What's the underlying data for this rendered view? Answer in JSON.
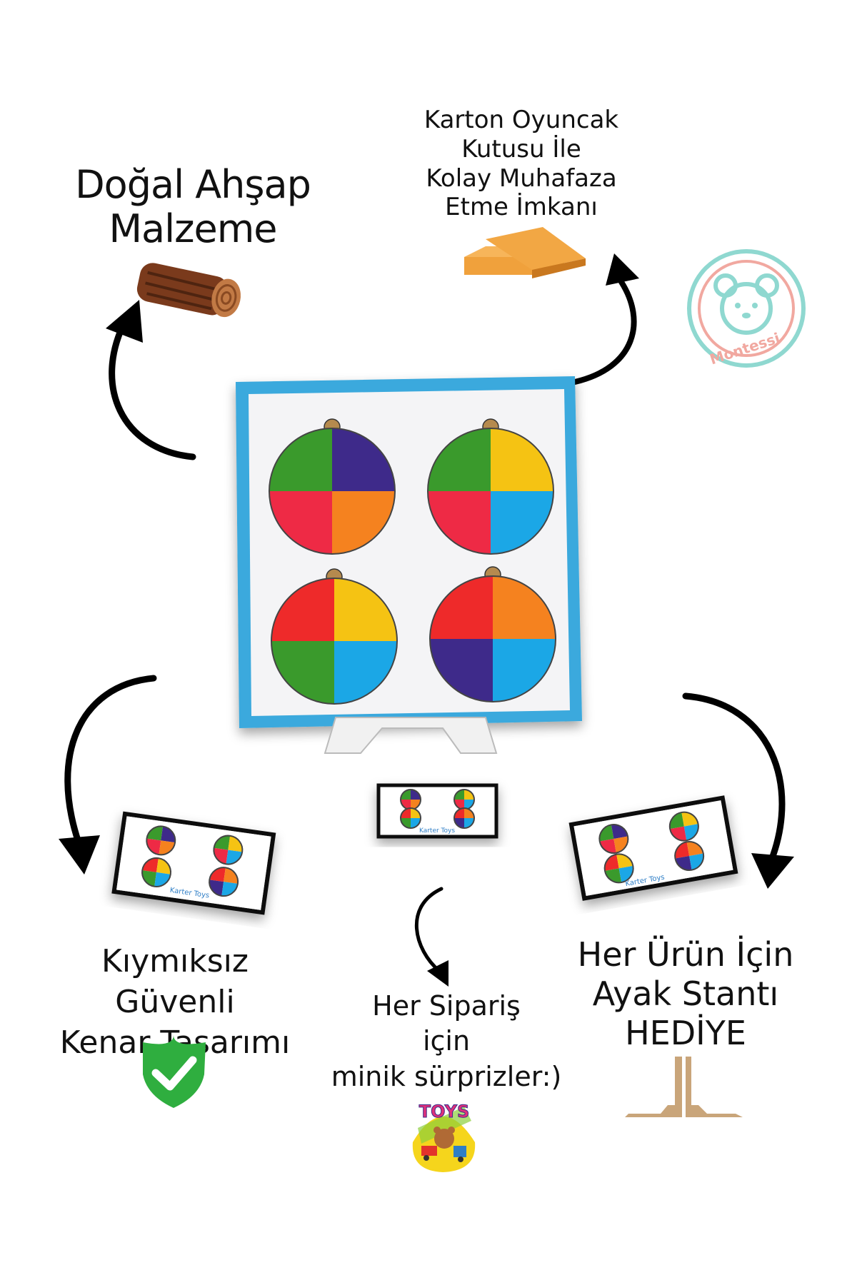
{
  "features": {
    "natural_wood": [
      "Doğal Ahşap",
      "Malzeme"
    ],
    "cardboard_box": [
      "Karton Oyuncak",
      "Kutusu İle",
      "Kolay Muhafaza",
      "Etme İmkanı"
    ],
    "safe_edges": [
      "Kıymıksız Güvenli",
      "Kenar Tasarımı"
    ],
    "surprise_gift": [
      "Her Sipariş",
      "için",
      "minik sürprizler:)"
    ],
    "stand_gift": [
      "Her Ürün İçin",
      "Ayak Stantı",
      "HEDİYE"
    ]
  },
  "logo": {
    "text": "Montessi",
    "color": "#f1a8a0",
    "ring": "#8fd8d0"
  },
  "product": {
    "brand": "Karter Toys",
    "frame_color": "#3aa9dd",
    "puzzles": [
      [
        "#3a9a2c",
        "#3e2a8a",
        "#ee2a45",
        "#f5821f"
      ],
      [
        "#3a9a2c",
        "#f5c313",
        "#ee2a45",
        "#1ba7e6"
      ],
      [
        "#ee2a2a",
        "#f5c313",
        "#3a9a2c",
        "#1ba7e6"
      ],
      [
        "#ee2a2a",
        "#f5821f",
        "#3e2a8a",
        "#1ba7e6"
      ]
    ]
  },
  "toys_badge": {
    "text": "TOYS"
  },
  "icons": [
    "log-icon",
    "box-icon",
    "shield-check-icon",
    "stand-icon",
    "toys-badge-icon",
    "bear-logo-icon"
  ]
}
